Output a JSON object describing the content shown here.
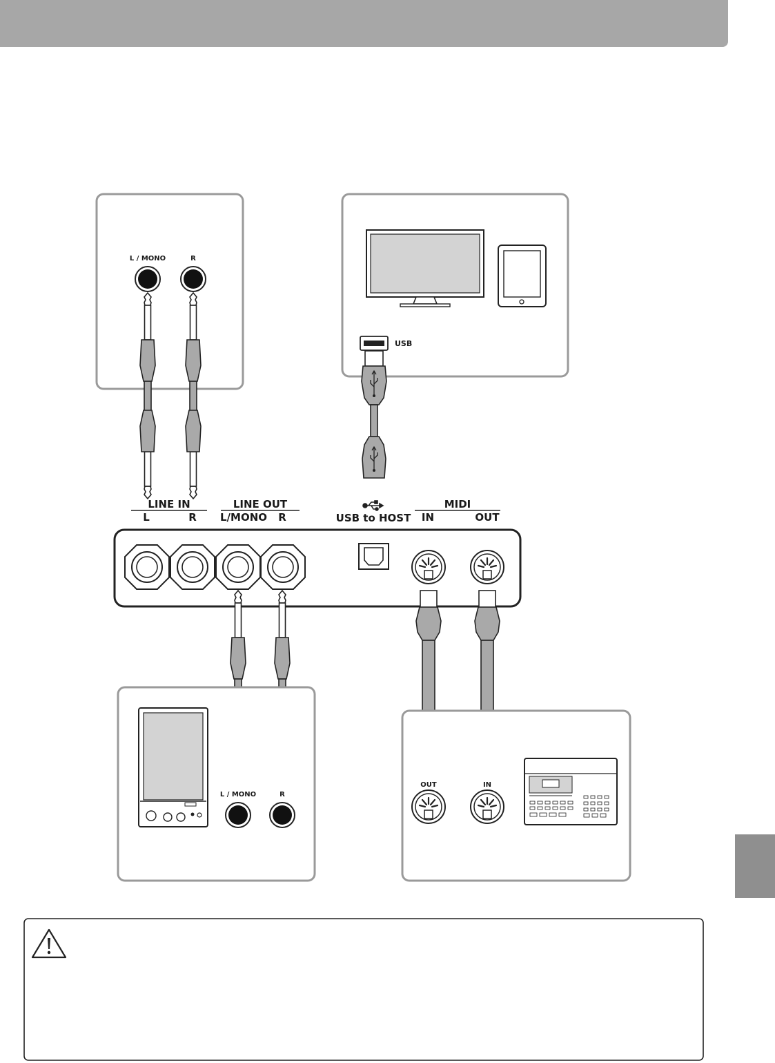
{
  "colors": {
    "header_bar": "#a7a7a7",
    "side_tab": "#8f8f8f",
    "box_border": "#9a9a9a",
    "cable_gray": "#a9a9a9",
    "screen_gray": "#d3d3d3"
  },
  "panel": {
    "line_in": {
      "title": "LINE IN",
      "left": "L",
      "right": "R"
    },
    "line_out": {
      "title": "LINE OUT",
      "left": "L/MONO",
      "right": "R"
    },
    "usb_host": {
      "title": "USB to HOST",
      "icon": "usb-trident-icon"
    },
    "midi": {
      "title": "MIDI",
      "in": "IN",
      "out": "OUT"
    }
  },
  "boxes": {
    "audio_source": {
      "left_label": "L / MONO",
      "right_label": "R"
    },
    "computer": {
      "usb_label": "USB"
    },
    "amplifier": {
      "left_label": "L / MONO",
      "right_label": "R"
    },
    "midi_device": {
      "out_label": "OUT",
      "in_label": "IN"
    }
  },
  "caution": {
    "icon": "warning-triangle-icon"
  }
}
